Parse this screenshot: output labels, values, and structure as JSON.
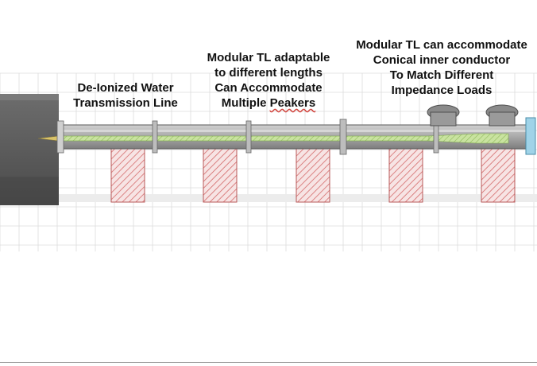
{
  "labels": {
    "water": [
      "De-Ionized Water",
      "Transmission Line"
    ],
    "modular": [
      "Modular TL adaptable",
      "to different lengths",
      "Can Accommodate",
      "Multiple Peakers"
    ],
    "conical": [
      "Modular TL can accommodate",
      "Conical inner conductor",
      "To Match Different",
      "Impedance Loads"
    ]
  },
  "colors": {
    "grid": "#dcdcdc",
    "pipe": "#8f8f8f",
    "inner_conductor": "#b9d98a",
    "support_hatch": "#d46b6b",
    "housing": "#5e5e5e",
    "end_cap": "#9fd3e8"
  }
}
